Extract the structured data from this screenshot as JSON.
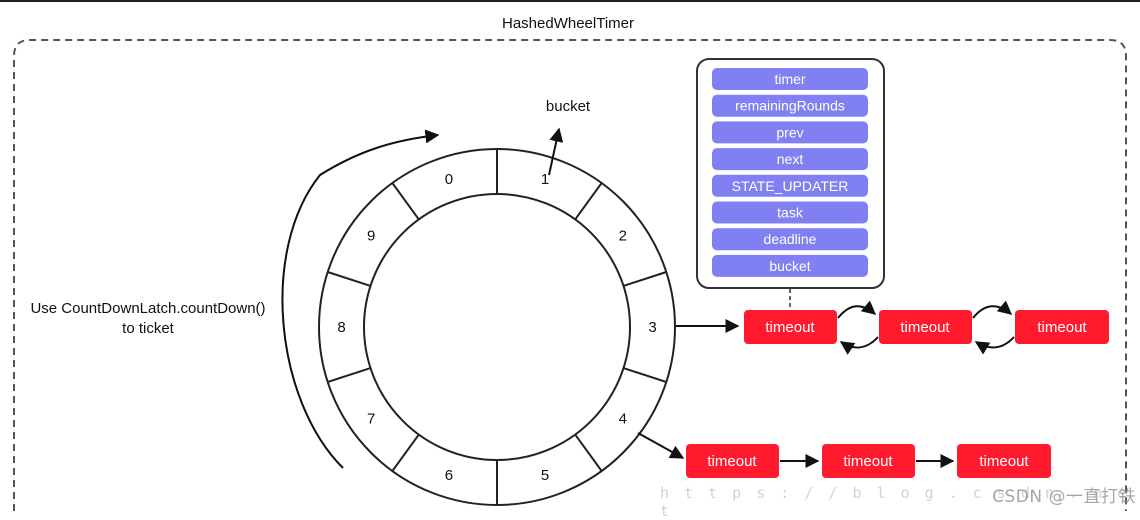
{
  "title": "HashedWheelTimer",
  "countdown_note": {
    "line1": "Use CountDownLatch.countDown()",
    "line2": "to ticket"
  },
  "bucket_label": "bucket",
  "wheel": {
    "slots": [
      "0",
      "1",
      "2",
      "3",
      "4",
      "5",
      "6",
      "7",
      "8",
      "9"
    ]
  },
  "timeout_fields": [
    "timer",
    "remainingRounds",
    "prev",
    "next",
    "STATE_UPDATER",
    "task",
    "deadline",
    "bucket"
  ],
  "row_slot3": {
    "items": [
      "timeout",
      "timeout",
      "timeout"
    ],
    "links": "doubly-linked"
  },
  "row_slot4": {
    "items": [
      "timeout",
      "timeout",
      "timeout"
    ],
    "links": "singly-linked"
  },
  "watermark": "CSDN @一直打铁",
  "colors": {
    "timeout_red": "#ff1a2e",
    "field_purple": "#8080f2",
    "line": "#222222"
  }
}
